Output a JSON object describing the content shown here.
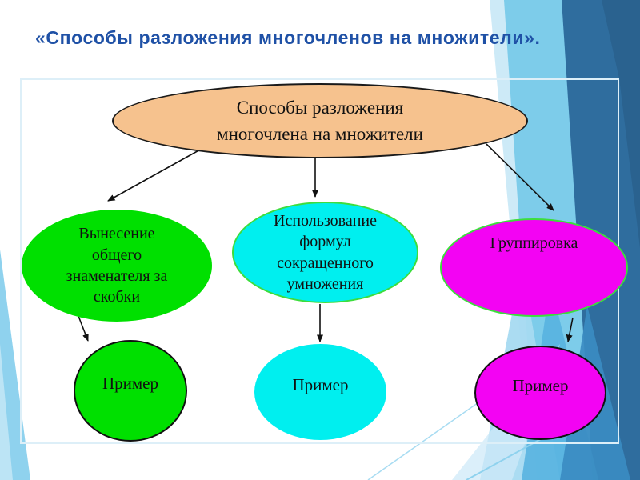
{
  "title": {
    "text": "«Способы разложения многочленов на множители».",
    "color": "#1f51a6"
  },
  "diagram": {
    "root": {
      "label": "Способы разложения многочлена на множители",
      "fill": "#f6c28e",
      "border_color": "#1a1a1a"
    },
    "methods": [
      {
        "label": "Вынесение общего знаменателя за скобки",
        "fill": "#00e000",
        "border_color": "none"
      },
      {
        "label": "Использование формул сокращенного умножения",
        "fill": "#00efef",
        "border_color": "#3ddd3d"
      },
      {
        "label": "Группировка",
        "fill": "#f303f3",
        "border_color": "#3ddd3d"
      }
    ],
    "examples": [
      {
        "label": "Пример",
        "fill": "#00e000",
        "border_color": "#111111"
      },
      {
        "label": "Пример",
        "fill": "#00efef",
        "border_color": "none"
      },
      {
        "label": "Пример",
        "fill": "#f303f3",
        "border_color": "#111111"
      }
    ]
  },
  "theme": {
    "background": "#ffffff",
    "stripe_light_blue": "#7dccea",
    "stripe_pale_blue": "#cdeaf7",
    "band_dark_blue": "#2f6d9e",
    "band_darker_blue": "#2a628f",
    "frame_line": "#ddeff8",
    "arrow_color": "#111111"
  }
}
